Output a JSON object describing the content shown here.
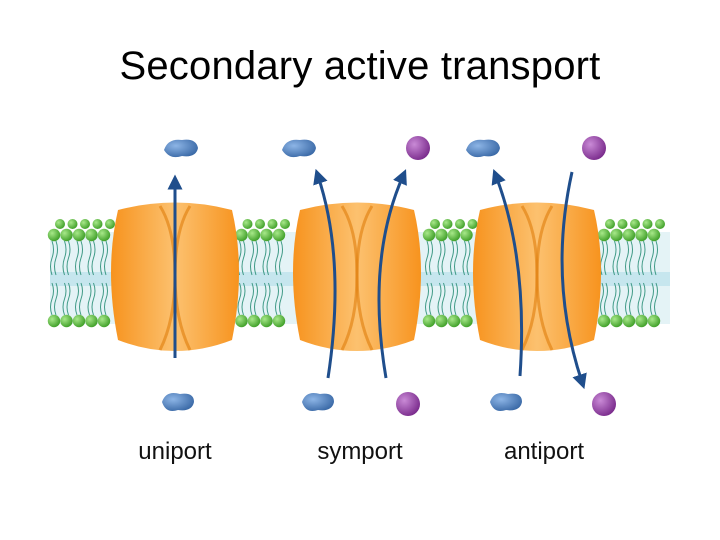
{
  "title": "Secondary active transport",
  "transport_modes": [
    {
      "id": "uniport",
      "label": "uniport"
    },
    {
      "id": "symport",
      "label": "symport"
    },
    {
      "id": "antiport",
      "label": "antiport"
    }
  ],
  "colors": {
    "protein_orange": "#f7931e",
    "protein_light": "#fbb45f",
    "arrow_blue": "#1f4e8c",
    "solute_blue": "#3c6fb0",
    "solute_purple": "#8e3c9c",
    "lipid_head_green": "#5cbf3c",
    "lipid_tail_teal": "#3f9a86",
    "membrane_core": "#cfe8ee"
  },
  "icons": {
    "solute_a": "blue-molecule-icon",
    "solute_b": "purple-molecule-icon"
  }
}
